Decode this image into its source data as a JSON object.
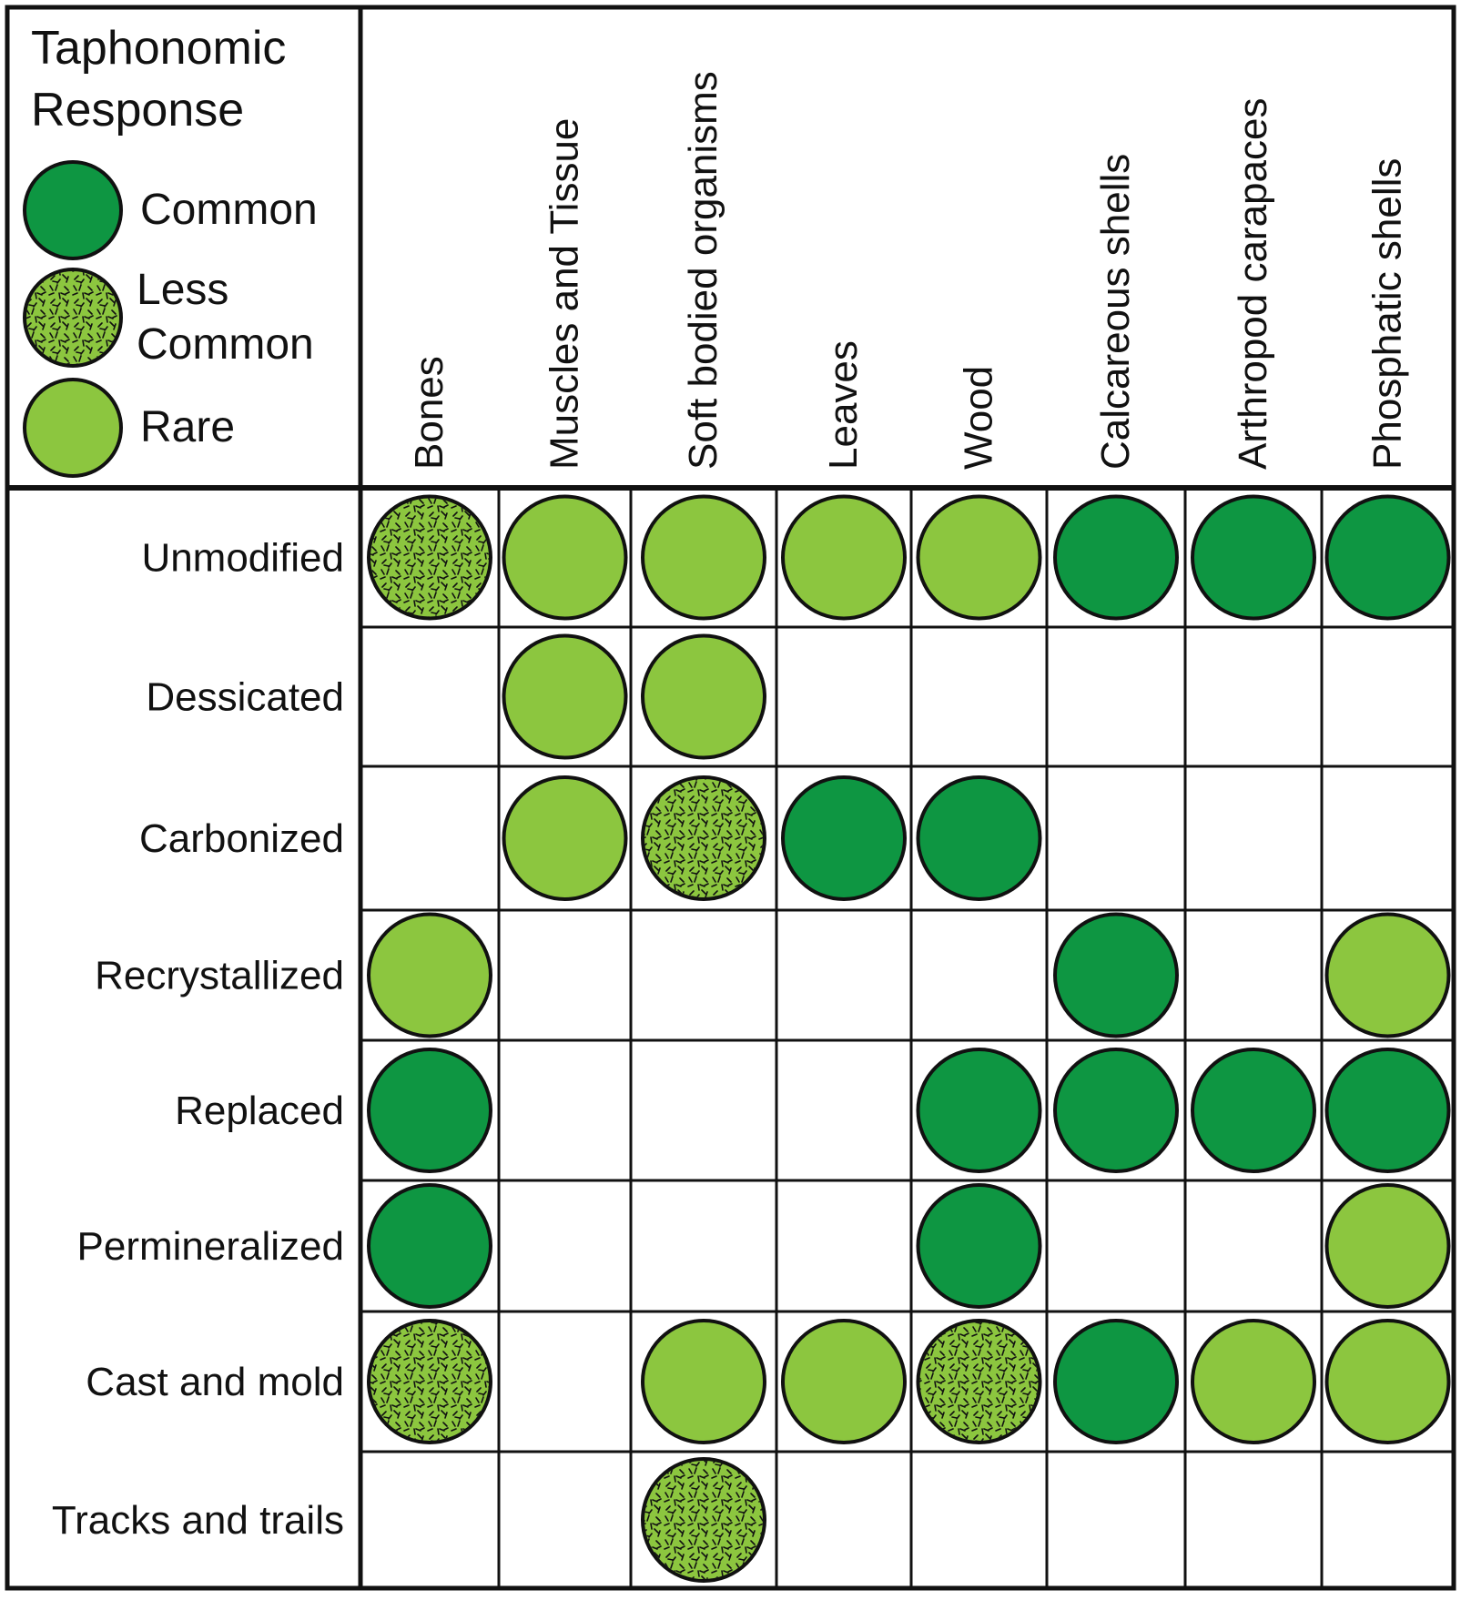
{
  "legend": {
    "title_line1": "Taphonomic",
    "title_line2": "Response",
    "items": [
      {
        "key": "common",
        "label_lines": [
          "Common"
        ]
      },
      {
        "key": "less",
        "label_lines": [
          "Less",
          "Common"
        ]
      },
      {
        "key": "rare",
        "label_lines": [
          "Rare"
        ]
      }
    ]
  },
  "colors": {
    "common": "#0e9642",
    "rare": "#8cc63f",
    "less": "#8cc63f",
    "speckle": "#111111",
    "stroke": "#111111"
  },
  "columns": [
    "Bones",
    "Muscles and Tissue",
    "Soft bodied organisms",
    "Leaves",
    "Wood",
    "Calcareous shells",
    "Arthropod carapaces",
    "Phosphatic shells"
  ],
  "rows": [
    {
      "label": "Unmodified",
      "cells": [
        "less",
        "rare",
        "rare",
        "rare",
        "rare",
        "common",
        "common",
        "common"
      ]
    },
    {
      "label": "Dessicated",
      "cells": [
        "",
        "rare",
        "rare",
        "",
        "",
        "",
        "",
        ""
      ]
    },
    {
      "label": "Carbonized",
      "cells": [
        "",
        "rare",
        "less",
        "common",
        "common",
        "",
        "",
        ""
      ]
    },
    {
      "label": "Recrystallized",
      "cells": [
        "rare",
        "",
        "",
        "",
        "",
        "common",
        "",
        "rare"
      ]
    },
    {
      "label": "Replaced",
      "cells": [
        "common",
        "",
        "",
        "",
        "common",
        "common",
        "common",
        "common"
      ]
    },
    {
      "label": "Permineralized",
      "cells": [
        "common",
        "",
        "",
        "",
        "common",
        "",
        "",
        "rare"
      ]
    },
    {
      "label": "Cast and mold",
      "cells": [
        "less",
        "",
        "rare",
        "rare",
        "less",
        "common",
        "rare",
        "rare"
      ]
    },
    {
      "label": "Tracks and trails",
      "cells": [
        "",
        "",
        "less",
        "",
        "",
        "",
        "",
        ""
      ]
    }
  ]
}
